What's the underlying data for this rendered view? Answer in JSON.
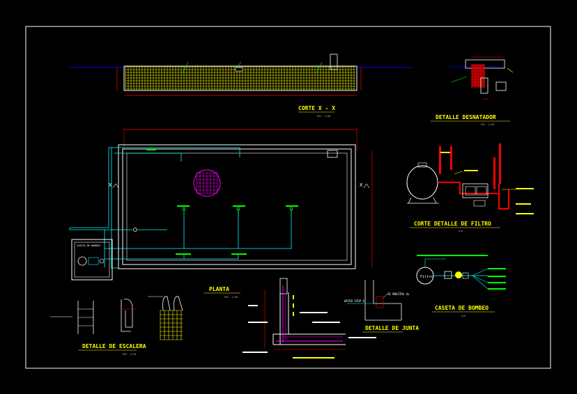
{
  "titles": {
    "corte_xx": "CORTE X - X",
    "detalle_desnatador": "DETALLE DESNATADOR",
    "corte_filtro": "CORTE DETALLE DE FILTRO",
    "caseta": "CASETA DE BOMBEO",
    "planta": "PLANTA",
    "escalera": "DETALLE DE ESCALERA",
    "junta": "DETALLE DE JUNTA"
  },
  "labels": {
    "caseta_bombeo": "CASETA DE BOMBEO",
    "filtro": "Filtro",
    "water_stop": "WATER STOP 6\"",
    "se_muestra": "SE MUESTRA 4u",
    "section_mark": "X"
  },
  "colors": {
    "background": "#000000",
    "frame": "#ffffff",
    "title": "#ffff00",
    "pool_outline": "#ffffff",
    "water_pipe": "#00ffff",
    "dimension": "#ff0000",
    "detail_green": "#00ff00",
    "drain_magenta": "#ff00ff",
    "water_line": "#0000ff"
  }
}
